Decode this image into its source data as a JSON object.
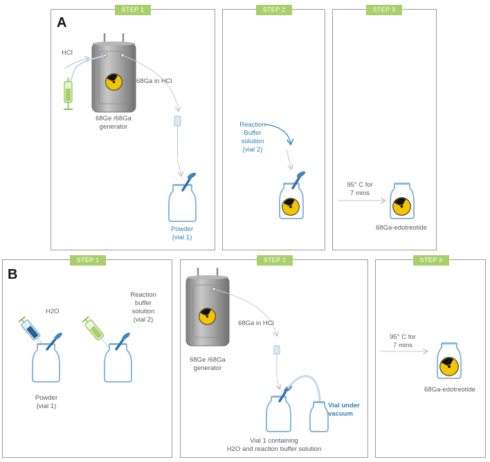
{
  "panel_a": {
    "letter": "A",
    "step1": {
      "tab": "STEP 1",
      "hcl_label": "HCl",
      "ga_in_hcl": "68Ga in HCl",
      "generator_line1": "68Ge /68Ga",
      "generator_line2": "generator",
      "powder_line1": "Powder",
      "powder_line2": "(vial 1)"
    },
    "step2": {
      "tab": "STEP 2",
      "buffer_line1": "Reaction",
      "buffer_line2": "Buffer",
      "buffer_line3": "solution",
      "buffer_line4": "(vial 2)"
    },
    "step3": {
      "tab": "STEP 3",
      "temp_line1": "95° C for",
      "temp_line2": "7 mins",
      "product": "68Ga-edotreotide"
    }
  },
  "panel_b": {
    "letter": "B",
    "step1": {
      "tab": "STEP 1",
      "h2o": "H2O",
      "buffer_line1": "Reaction",
      "buffer_line2": "buffer",
      "buffer_line3": "solution",
      "buffer_line4": "(vial 2)",
      "powder_line1": "Powder",
      "powder_line2": "(vial 1)"
    },
    "step2": {
      "tab": "STEP 2",
      "ga_in_hcl": "68Ga in HCl",
      "generator_line1": "68Ge /68Ga",
      "generator_line2": "generator",
      "vacuum_line1": "Vial under",
      "vacuum_line2": "vacuum",
      "vial1_line1": "Vial 1 containing",
      "vial1_line2": "H2O and reaction buffer solution"
    },
    "step3": {
      "tab": "STEP 3",
      "temp_line1": "95° C for",
      "temp_line2": "7 mins",
      "product": "68Ga-edotreotide"
    }
  },
  "colors": {
    "step_tab": "#a8cf6a",
    "border": "#9a9a9a",
    "radiation_yellow": "#f2c500",
    "accent_blue": "#2f7fb8",
    "vial_outline": "#8ab8d8",
    "generator_gray": "#9d9d9d"
  },
  "icons": [
    "radiation-icon",
    "syringe-icon",
    "needle-icon",
    "vial-icon",
    "generator-icon",
    "arrow-icon"
  ]
}
